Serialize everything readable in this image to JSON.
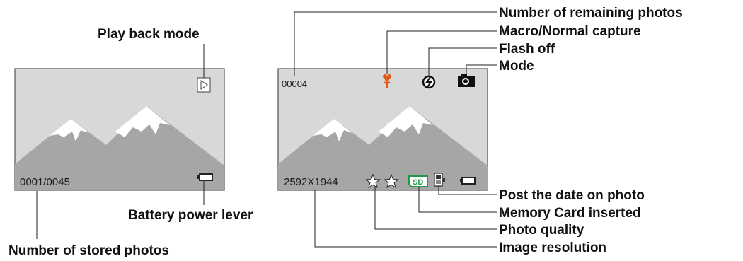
{
  "playback_screen": {
    "counter": "0001/0045",
    "callouts": {
      "play_back_mode": "Play back mode",
      "battery": "Battery power lever",
      "stored_photos": "Number of stored photos"
    }
  },
  "capture_screen": {
    "remaining": "00004",
    "resolution": "2592X1944",
    "card_badge": "SD",
    "callouts": {
      "remaining_photos": "Number of remaining photos",
      "macro": "Macro/Normal capture",
      "flash": "Flash off",
      "mode": "Mode",
      "date": "Post the date on  photo",
      "memory_card": "Memory Card inserted",
      "quality": "Photo quality",
      "resolution": "Image resolution"
    }
  },
  "icons": [
    "play-icon",
    "battery-icon",
    "macro-flower-icon",
    "flash-off-icon",
    "camera-icon",
    "star-icon",
    "sd-card-icon",
    "date-stamp-icon"
  ],
  "colors": {
    "screen_bg": "#d8d8d8",
    "mountain": "#a6a6a6",
    "snow": "#ffffff",
    "macro_orange": "#e05a1c",
    "sd_green": "#1e9a4a"
  }
}
